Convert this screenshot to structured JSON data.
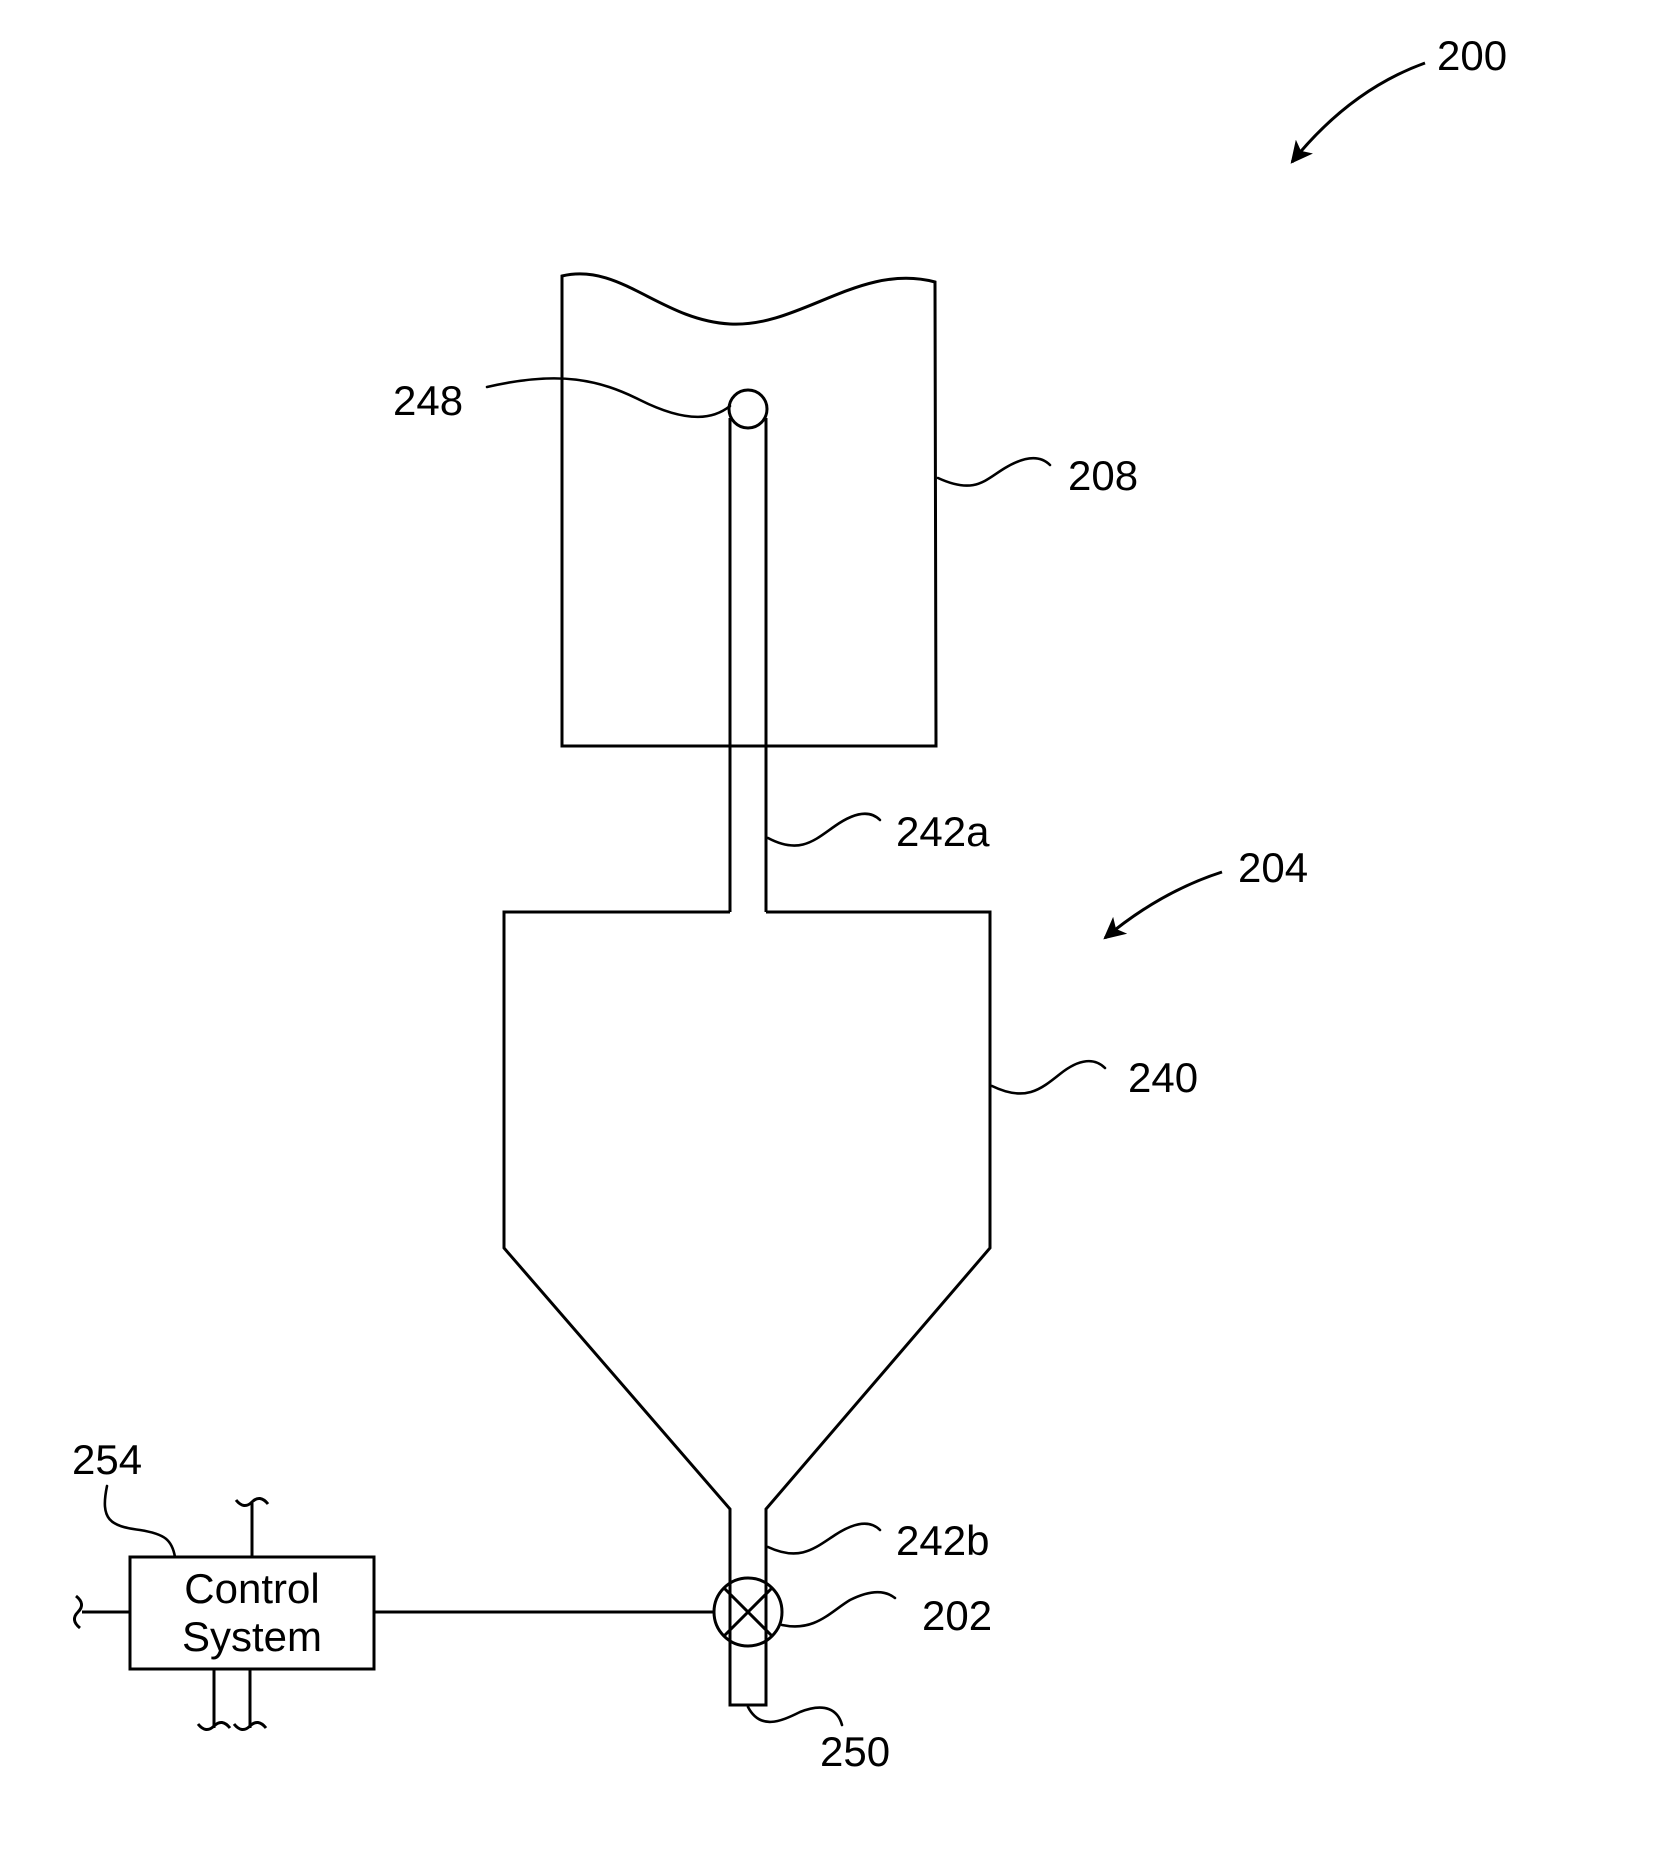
{
  "labels": {
    "system": "200",
    "subsystem": "204",
    "upper_vessel": "208",
    "inlet": "248",
    "upper_conduit": "242a",
    "hopper": "240",
    "lower_conduit": "242b",
    "valve": "202",
    "outlet": "250",
    "controller": "254"
  },
  "control_box": {
    "line1": "Control",
    "line2": "System"
  },
  "icons": {
    "valve": "crossed-circle-valve-icon",
    "pointer_arrow": "curved-arrow-icon",
    "break_mark": "line-break-icon"
  },
  "colors": {
    "ink": "#000000",
    "background": "#ffffff"
  }
}
